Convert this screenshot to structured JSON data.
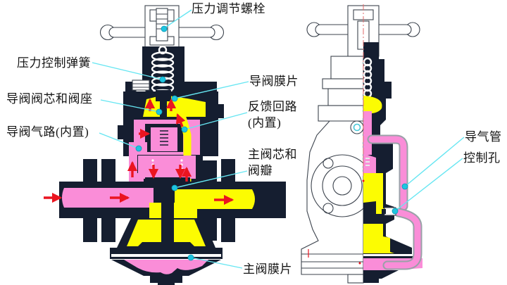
{
  "diagram": {
    "labels": {
      "adjust_bolt": "压力调节螺栓",
      "control_spring": "压力控制弹簧",
      "pilot_core_seat": "导阀阀芯和阀座",
      "pilot_air_path": "导阀气路(内置)",
      "pilot_diaphragm": "导阀膜片",
      "feedback_line1": "反馈回路",
      "feedback_line2": "(内置)",
      "main_core_line1": "主阀芯和",
      "main_core_line2": "阀瓣",
      "main_diaphragm": "主阀膜片",
      "air_tube": "导气管",
      "control_hole": "控制孔"
    },
    "colors": {
      "body_dark": "#151e30",
      "inlet_pink": "#fa8dd8",
      "outlet_yellow": "#fcfc02",
      "leader_cyan": "#66e6f2",
      "anchor_dot": "#1fc4e0",
      "flow_arrow_red": "#ea1520",
      "centerline_red": "#e06a6a",
      "outline_gray": "#3c434d",
      "tube_gray": "#9aa1a8"
    }
  }
}
